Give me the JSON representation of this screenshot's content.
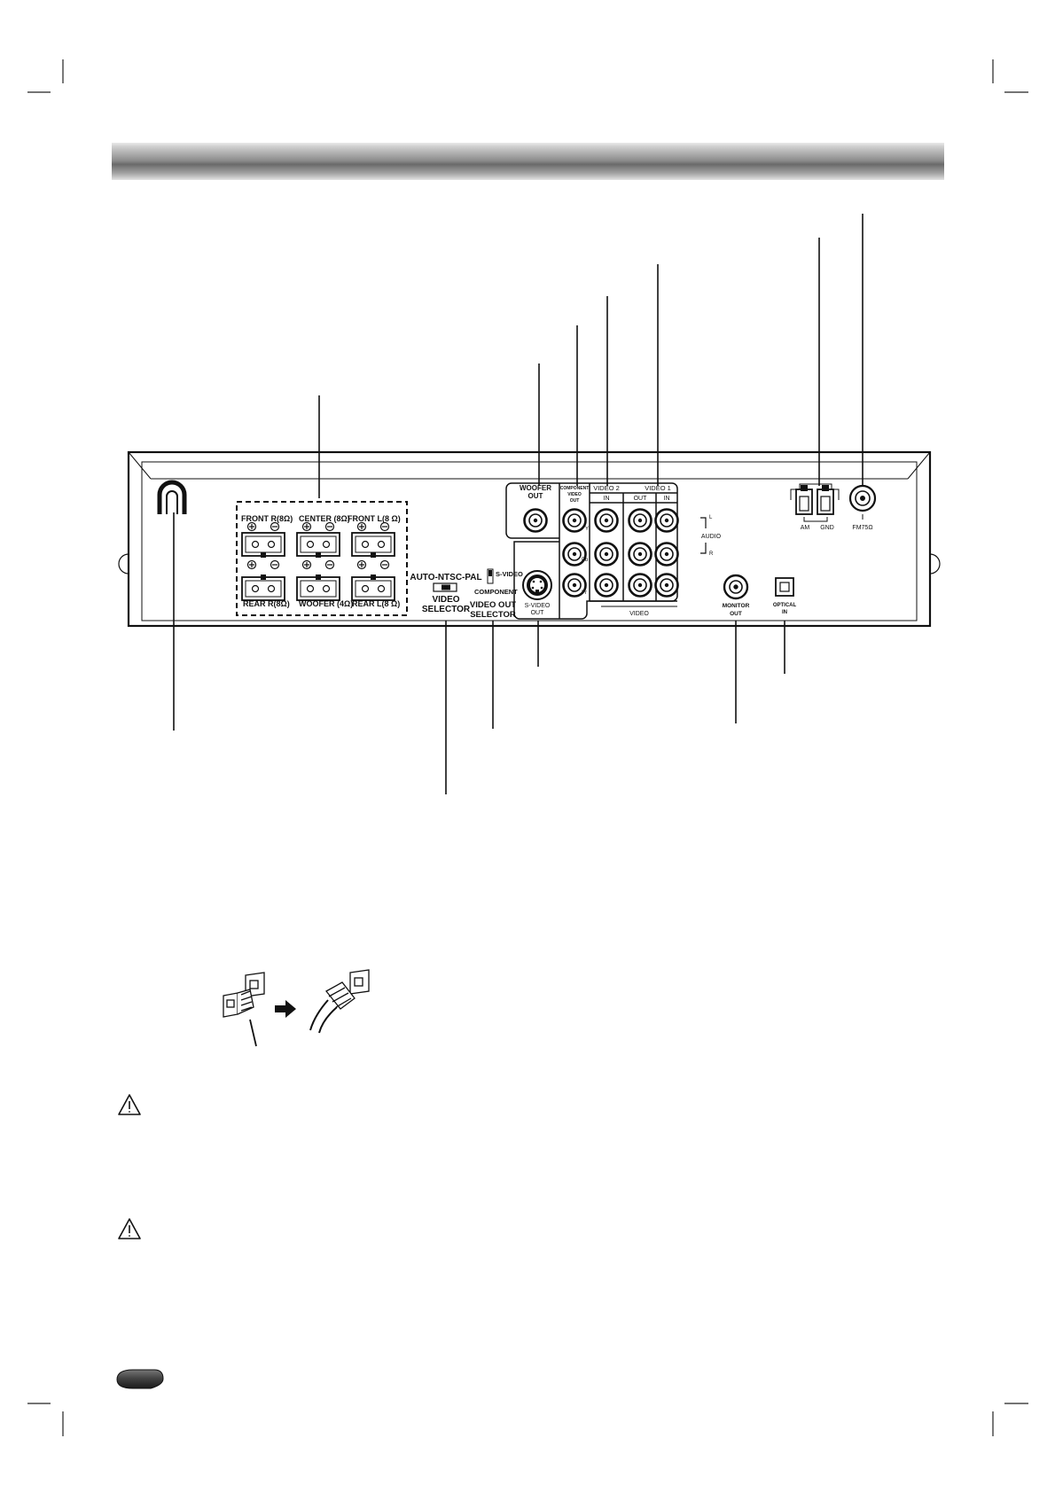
{
  "speakers": {
    "front_r": "FRONT R(8Ω)",
    "center": "CENTER (8Ω)",
    "front_l": "FRONT L(8 Ω)",
    "rear_r": "REAR R(8Ω)",
    "woofer": "WOOFER (4Ω)",
    "rear_l": "REAR L(8 Ω)"
  },
  "selector": {
    "line1": "AUTO-NTSC-PAL",
    "line2": "VIDEO",
    "line3": "SELECTOR"
  },
  "video_out_selector": {
    "svideo": "S-VIDEO",
    "component": "COMPONENT",
    "line1": "VIDEO OUT",
    "line2": "SELECTOR"
  },
  "jacks": {
    "woofer_out_1": "WOOFER",
    "woofer_out_2": "OUT",
    "component_1": "COMPONENT",
    "component_2": "VIDEO",
    "component_3": "OUT",
    "video2": "VIDEO 2",
    "video1": "VIDEO 1",
    "in_a": "IN",
    "out": "OUT",
    "in_b": "IN",
    "y": "Y",
    "pb": "Pb",
    "pr": "Pr",
    "svideo_out_1": "S-VIDEO",
    "svideo_out_2": "OUT",
    "video": "VIDEO",
    "audio": "AUDIO",
    "audio_l": "L",
    "audio_r": "R"
  },
  "antenna": {
    "am": "AM",
    "gnd": "GND",
    "fm": "FM75Ω"
  },
  "monitor": {
    "line1": "MONITOR",
    "line2": "OUT"
  },
  "optical": {
    "line1": "OPTICAL",
    "line2": "IN"
  }
}
